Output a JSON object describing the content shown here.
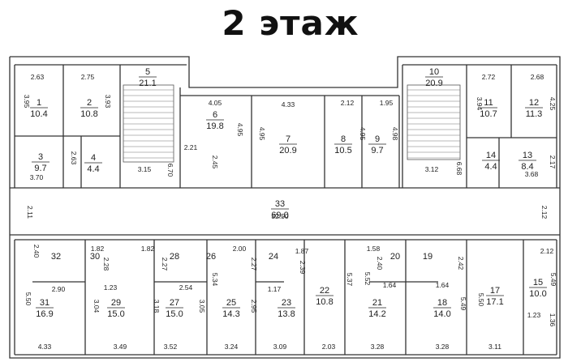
{
  "title": "2 этаж",
  "rooms": [
    {
      "num": "1",
      "area": "10.4"
    },
    {
      "num": "2",
      "area": "10.8"
    },
    {
      "num": "3",
      "area": "9.7"
    },
    {
      "num": "4",
      "area": "4.4"
    },
    {
      "num": "5",
      "area": "21.1"
    },
    {
      "num": "6",
      "area": "19.8"
    },
    {
      "num": "7",
      "area": "20.9"
    },
    {
      "num": "8",
      "area": "10.5"
    },
    {
      "num": "9",
      "area": "9.7"
    },
    {
      "num": "10",
      "area": "20.9"
    },
    {
      "num": "11",
      "area": "10.7"
    },
    {
      "num": "12",
      "area": "11.3"
    },
    {
      "num": "13",
      "area": "8.4"
    },
    {
      "num": "14",
      "area": "4.4"
    },
    {
      "num": "15",
      "area": "10.0"
    },
    {
      "num": "17",
      "area": "17.1"
    },
    {
      "num": "18",
      "area": "14.0"
    },
    {
      "num": "19",
      "area": ""
    },
    {
      "num": "20",
      "area": ""
    },
    {
      "num": "21",
      "area": "14.2"
    },
    {
      "num": "22",
      "area": "10.8"
    },
    {
      "num": "23",
      "area": "13.8"
    },
    {
      "num": "24",
      "area": ""
    },
    {
      "num": "25",
      "area": "14.3"
    },
    {
      "num": "26",
      "area": ""
    },
    {
      "num": "27",
      "area": "15.0"
    },
    {
      "num": "28",
      "area": ""
    },
    {
      "num": "29",
      "area": "15.0"
    },
    {
      "num": "30",
      "area": ""
    },
    {
      "num": "31",
      "area": "16.9"
    },
    {
      "num": "32",
      "area": ""
    },
    {
      "num": "33",
      "area": "69.0"
    }
  ],
  "dimensions": [
    "2.63",
    "2.75",
    "3.95",
    "3.93",
    "2.63",
    "3.70",
    "3.15",
    "6.70",
    "4.05",
    "4.95",
    "2.21",
    "2.45",
    "4.33",
    "4.95",
    "2.12",
    "4.95",
    "1.95",
    "4.98",
    "3.12",
    "6.68",
    "2.72",
    "2.68",
    "3.94",
    "4.25",
    "3.68",
    "2.17",
    "2.11",
    "32.50",
    "2.12",
    "2.40",
    "1.82",
    "1.82",
    "2.00",
    "1.87",
    "1.58",
    "2.12",
    "2.28",
    "2.27",
    "2.27",
    "2.39",
    "2.40",
    "2.42",
    "2.90",
    "1.23",
    "2.54",
    "1.17",
    "1.64",
    "1.64",
    "5.50",
    "3.04",
    "3.18",
    "3.05",
    "5.34",
    "2.95",
    "5.37",
    "5.52",
    "5.49",
    "5.50",
    "5.49",
    "1.23",
    "1.36",
    "4.33",
    "3.49",
    "3.52",
    "3.24",
    "3.09",
    "2.03",
    "3.28",
    "3.28",
    "3.11"
  ]
}
